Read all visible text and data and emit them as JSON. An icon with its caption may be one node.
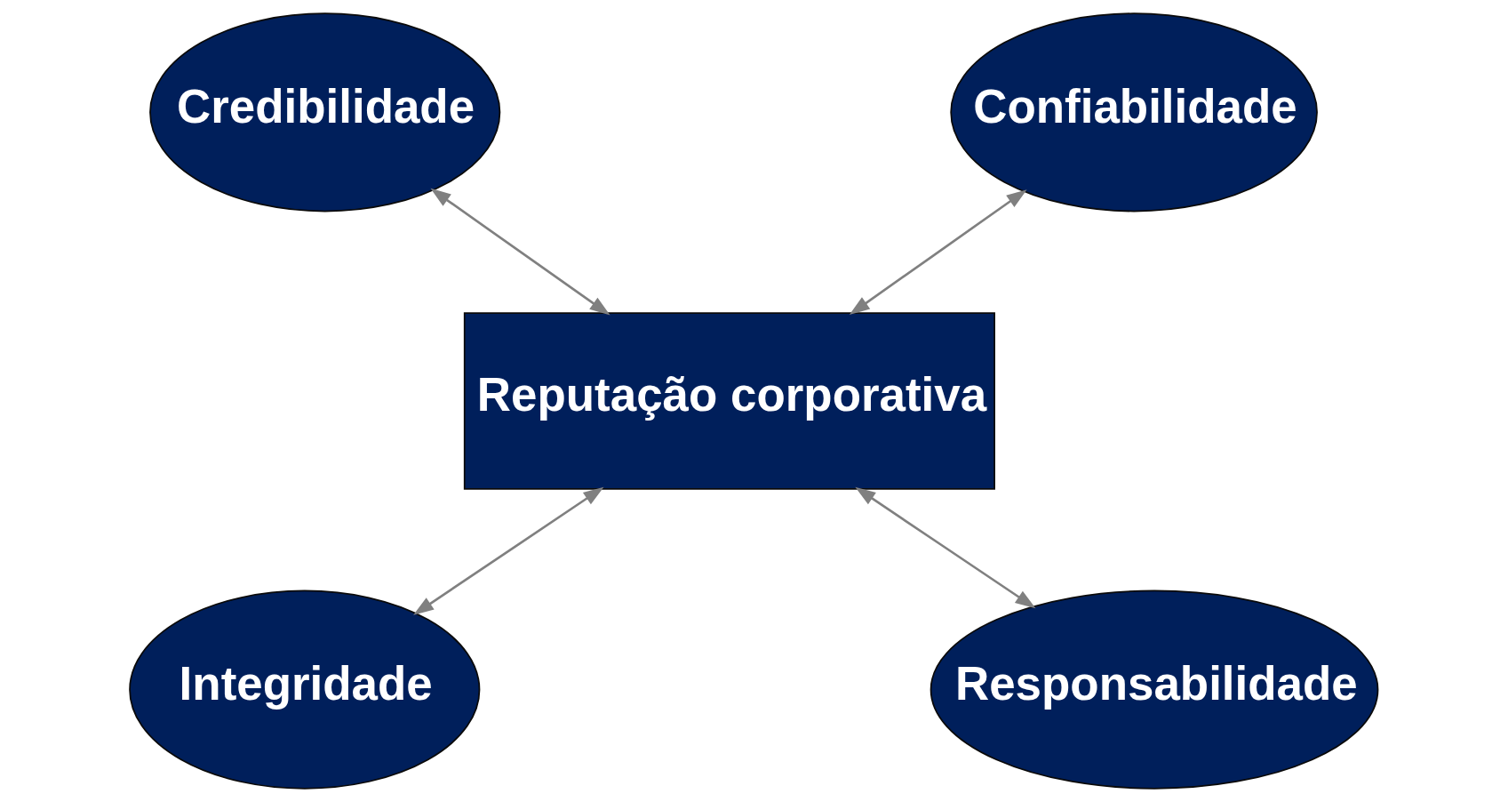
{
  "diagram": {
    "nodes": [
      {
        "text": [
          "Credibilidade"
        ]
      },
      {
        "text": [
          "Confiabilidade"
        ]
      },
      {
        "text": [
          "Reputação corporativa"
        ]
      },
      {
        "text": [
          "Integridade"
        ]
      },
      {
        "text": [
          "Responsabilidade"
        ]
      }
    ],
    "edges": [
      {
        "from": 0,
        "to": 2,
        "arrow": "both"
      },
      {
        "from": 1,
        "to": 2,
        "arrow": "both"
      },
      {
        "from": 2,
        "to": 3,
        "arrow": "both"
      },
      {
        "from": 2,
        "to": 4,
        "arrow": "both"
      }
    ]
  }
}
